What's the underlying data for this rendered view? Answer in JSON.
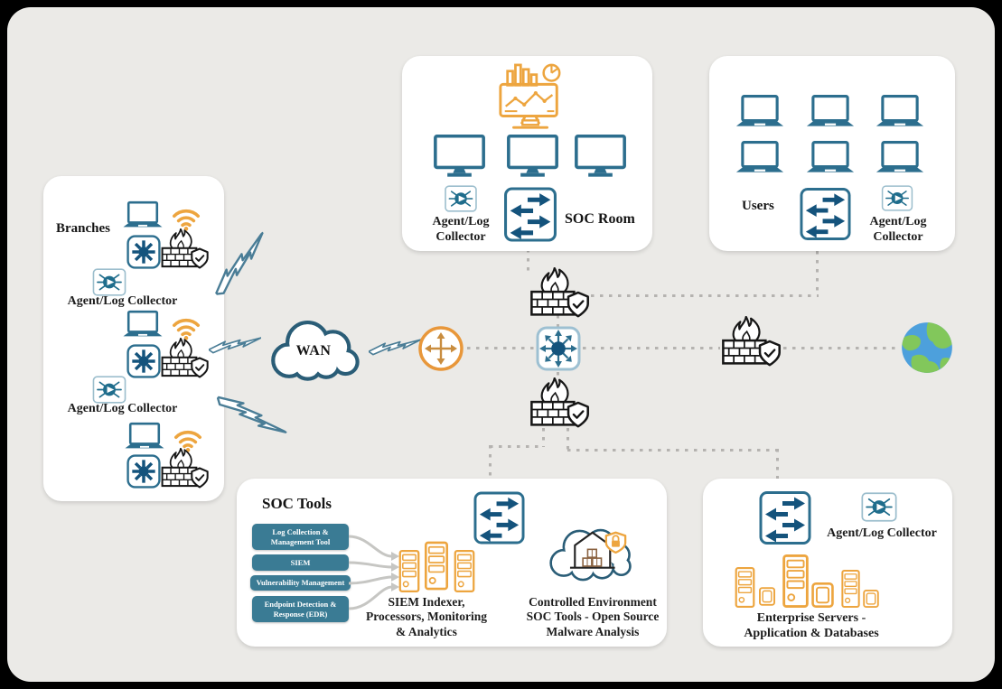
{
  "diagram": {
    "background": "#ebeae7",
    "frame_color": "#000000",
    "type": "SOC network architecture diagram"
  },
  "palette": {
    "icon_blue": "#2c6e8e",
    "arrow_dark_blue": "#14537c",
    "orange": "#eda53f",
    "pill_teal": "#3a7b94",
    "firewall_black": "#161616",
    "dotted_line_gray": "#b5b3b0",
    "lightning_blue": "#4a7d96",
    "cloud_stroke": "#2a5d77",
    "globe_blue": "#4da0dc",
    "globe_green": "#82c75b"
  },
  "branches": {
    "title": "Branches",
    "agent_label_top": "Agent/Log Collector",
    "agent_label_middle": "Agent/Log Collector"
  },
  "wan": {
    "label": "WAN"
  },
  "soc_room": {
    "title": "SOC Room",
    "agent_label": "Agent/Log Collector"
  },
  "users": {
    "title": "Users",
    "agent_label": "Agent/Log Collector"
  },
  "soc_tools": {
    "title": "SOC Tools",
    "pills": [
      "Log Collection & Management Tool",
      "SIEM",
      "Vulnerability Management",
      "Endpoint Detection & Response (EDR)"
    ],
    "siem_caption_lines": [
      "SIEM Indexer,",
      "Processors, Monitoring",
      "& Analytics"
    ],
    "controlled_caption_lines": [
      "Controlled Environment",
      "SOC Tools - Open Source",
      "Malware Analysis"
    ]
  },
  "enterprise": {
    "agent_label": "Agent/Log Collector",
    "caption_lines": [
      "Enterprise Servers -",
      "Application & Databases"
    ]
  }
}
